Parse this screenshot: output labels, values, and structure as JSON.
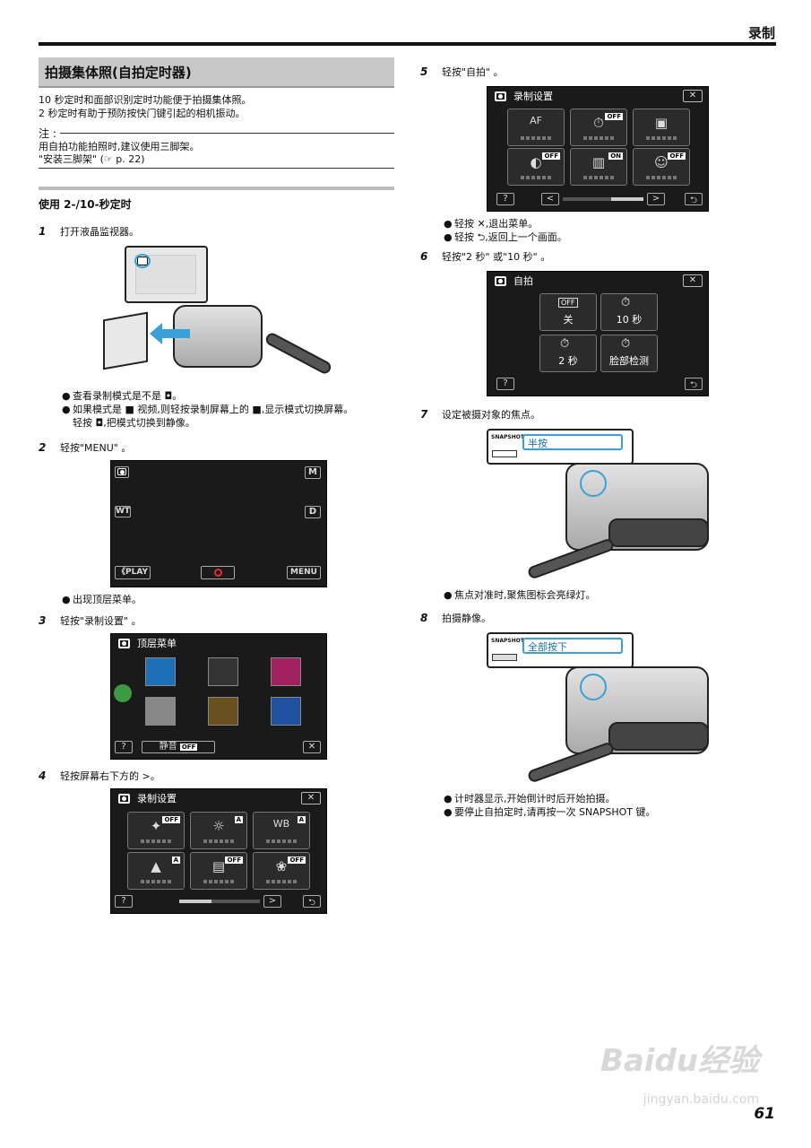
{
  "header": {
    "title": "录制"
  },
  "section": {
    "title": "拍摄集体照(自拍定时器)",
    "intro": [
      "10 秒定时和面部识别定时功能便于拍摄集体照。",
      "2 秒定时有助于预防按快门键引起的相机振动。"
    ],
    "note_label": "注 :",
    "note_lines": [
      "用自拍功能拍照时,建议使用三脚架。",
      "\"安装三脚架\" (☞ p. 22)"
    ]
  },
  "subsection": {
    "title": "使用 2-/10-秒定时"
  },
  "steps": {
    "s1": {
      "num": "1",
      "text": "打开液晶监视器。"
    },
    "s1_bullets": [
      "查看录制模式是不是 ◘。",
      "如果模式是 ■ 视频,则轻按录制屏幕上的 ■,显示模式切换屏幕。",
      "轻按 ◘,把模式切换到静像。"
    ],
    "s2": {
      "num": "2",
      "text": "轻按\"MENU\" 。"
    },
    "s2_bullets": [
      "出现顶层菜单。"
    ],
    "s3": {
      "num": "3",
      "text": "轻按\"录制设置\" 。"
    },
    "s4": {
      "num": "4",
      "text": "轻按屏幕右下方的 >。"
    },
    "s5": {
      "num": "5",
      "text": "轻按\"自拍\" 。"
    },
    "s5_bullets": [
      "轻按 ✕,退出菜单。",
      "轻按 ⮌,返回上一个画面。"
    ],
    "s6": {
      "num": "6",
      "text": "轻按\"2 秒\" 或\"10 秒\" 。"
    },
    "s7": {
      "num": "7",
      "text": "设定被摄对象的焦点。"
    },
    "s7_bullets": [
      "焦点对准时,聚焦图标会亮绿灯。"
    ],
    "s8": {
      "num": "8",
      "text": "拍摄静像。"
    },
    "s8_bullets": [
      "计时器显示,开始倒计时后开始拍摄。",
      "要停止自拍定时,请再按一次 SNAPSHOT 键。"
    ]
  },
  "screen_menu": {
    "m": "M",
    "wt": "WT",
    "d": "D",
    "play": "《PLAY",
    "menu": "MENU"
  },
  "screen_top": {
    "title": "顶层菜单",
    "mute": "静音",
    "mute_state": "OFF",
    "help": "?"
  },
  "screen_rec": {
    "title": "录制设置",
    "help": "?"
  },
  "screen_self": {
    "title": "自拍",
    "opt_off": "关",
    "opt_off_tag": "OFF",
    "opt_10": "10 秒",
    "opt_2": "2 秒",
    "opt_face": "脸部检测",
    "help": "?"
  },
  "snapshot": {
    "label": "SNAPSHOT",
    "half": "半按",
    "full": "全部按下"
  },
  "page_number": "61",
  "watermark": {
    "brand": "Baidu经验",
    "url": "jingyan.baidu.com"
  }
}
